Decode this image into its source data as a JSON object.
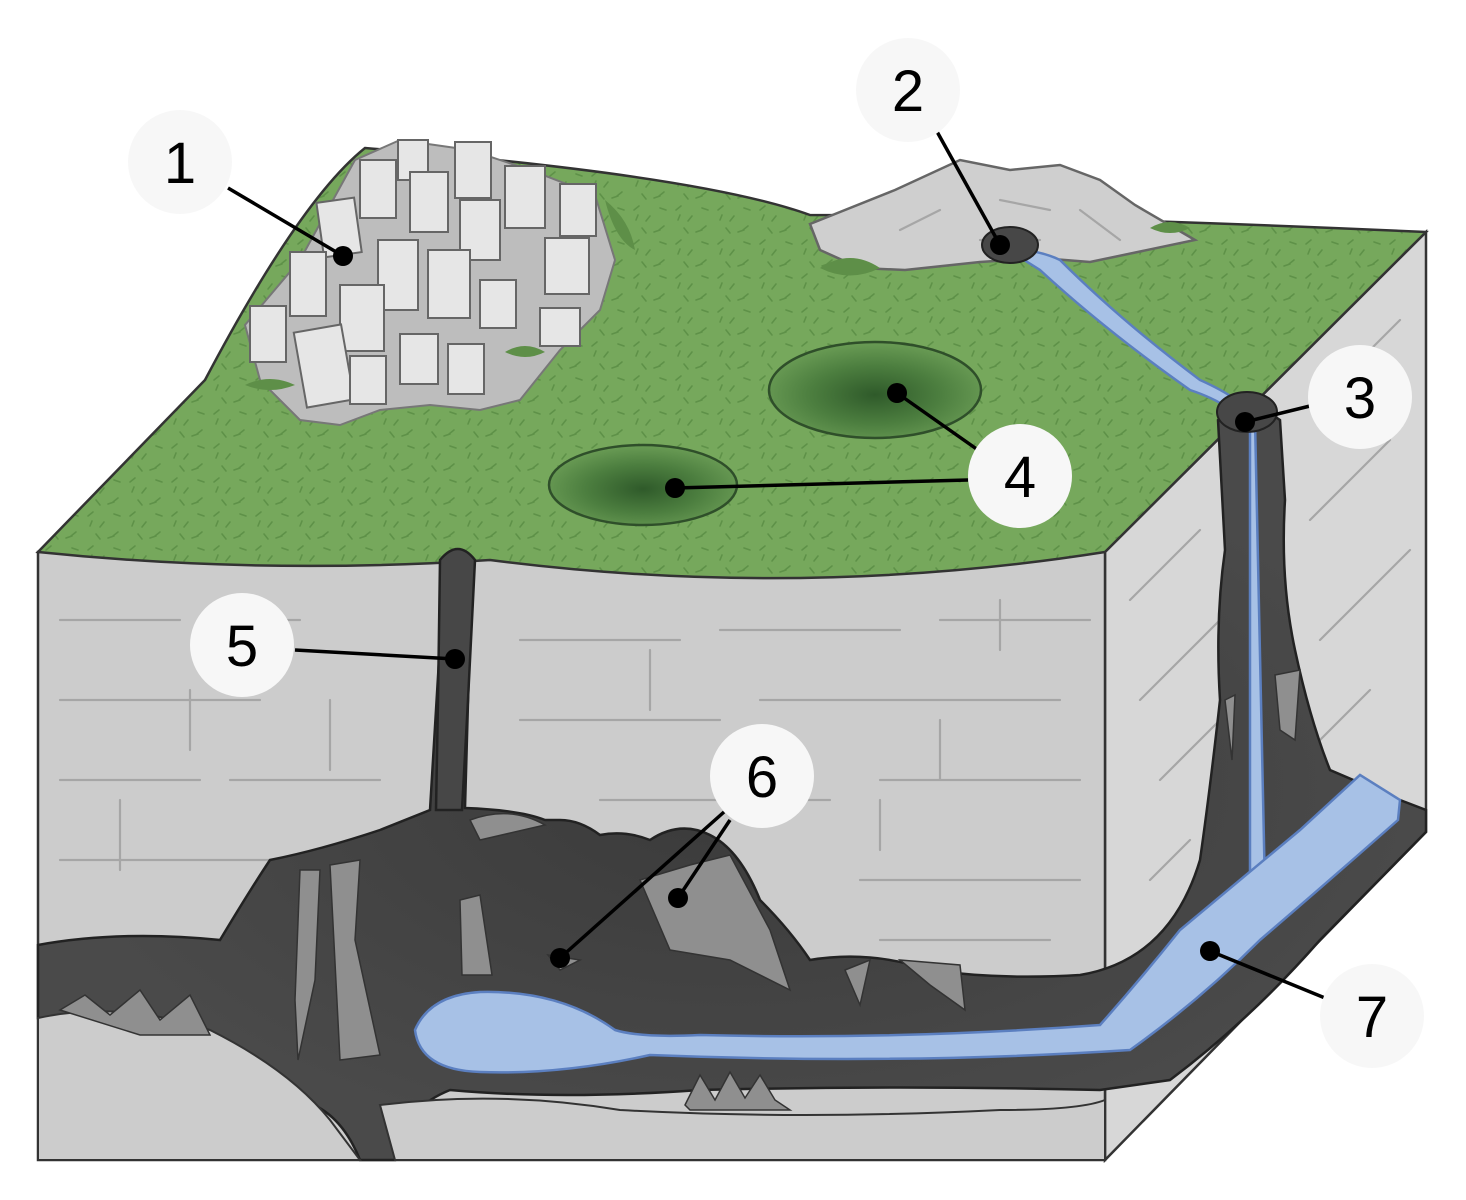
{
  "labels": [
    {
      "id": "1",
      "text": "1"
    },
    {
      "id": "2",
      "text": "2"
    },
    {
      "id": "3",
      "text": "3"
    },
    {
      "id": "4",
      "text": "4"
    },
    {
      "id": "5",
      "text": "5"
    },
    {
      "id": "6",
      "text": "6"
    },
    {
      "id": "7",
      "text": "7"
    }
  ],
  "colors": {
    "grass": "#76a85c",
    "grass_dark": "#4f7f3f",
    "limestone": "#cccccc",
    "limestone_side": "#d7d7d7",
    "rock_block": "#e6e6e6",
    "cave": "#474747",
    "speleothem": "#8f8f8f",
    "water": "#a7c1e6",
    "water_edge": "#5b7fc0",
    "badge": "#f7f7f7"
  }
}
